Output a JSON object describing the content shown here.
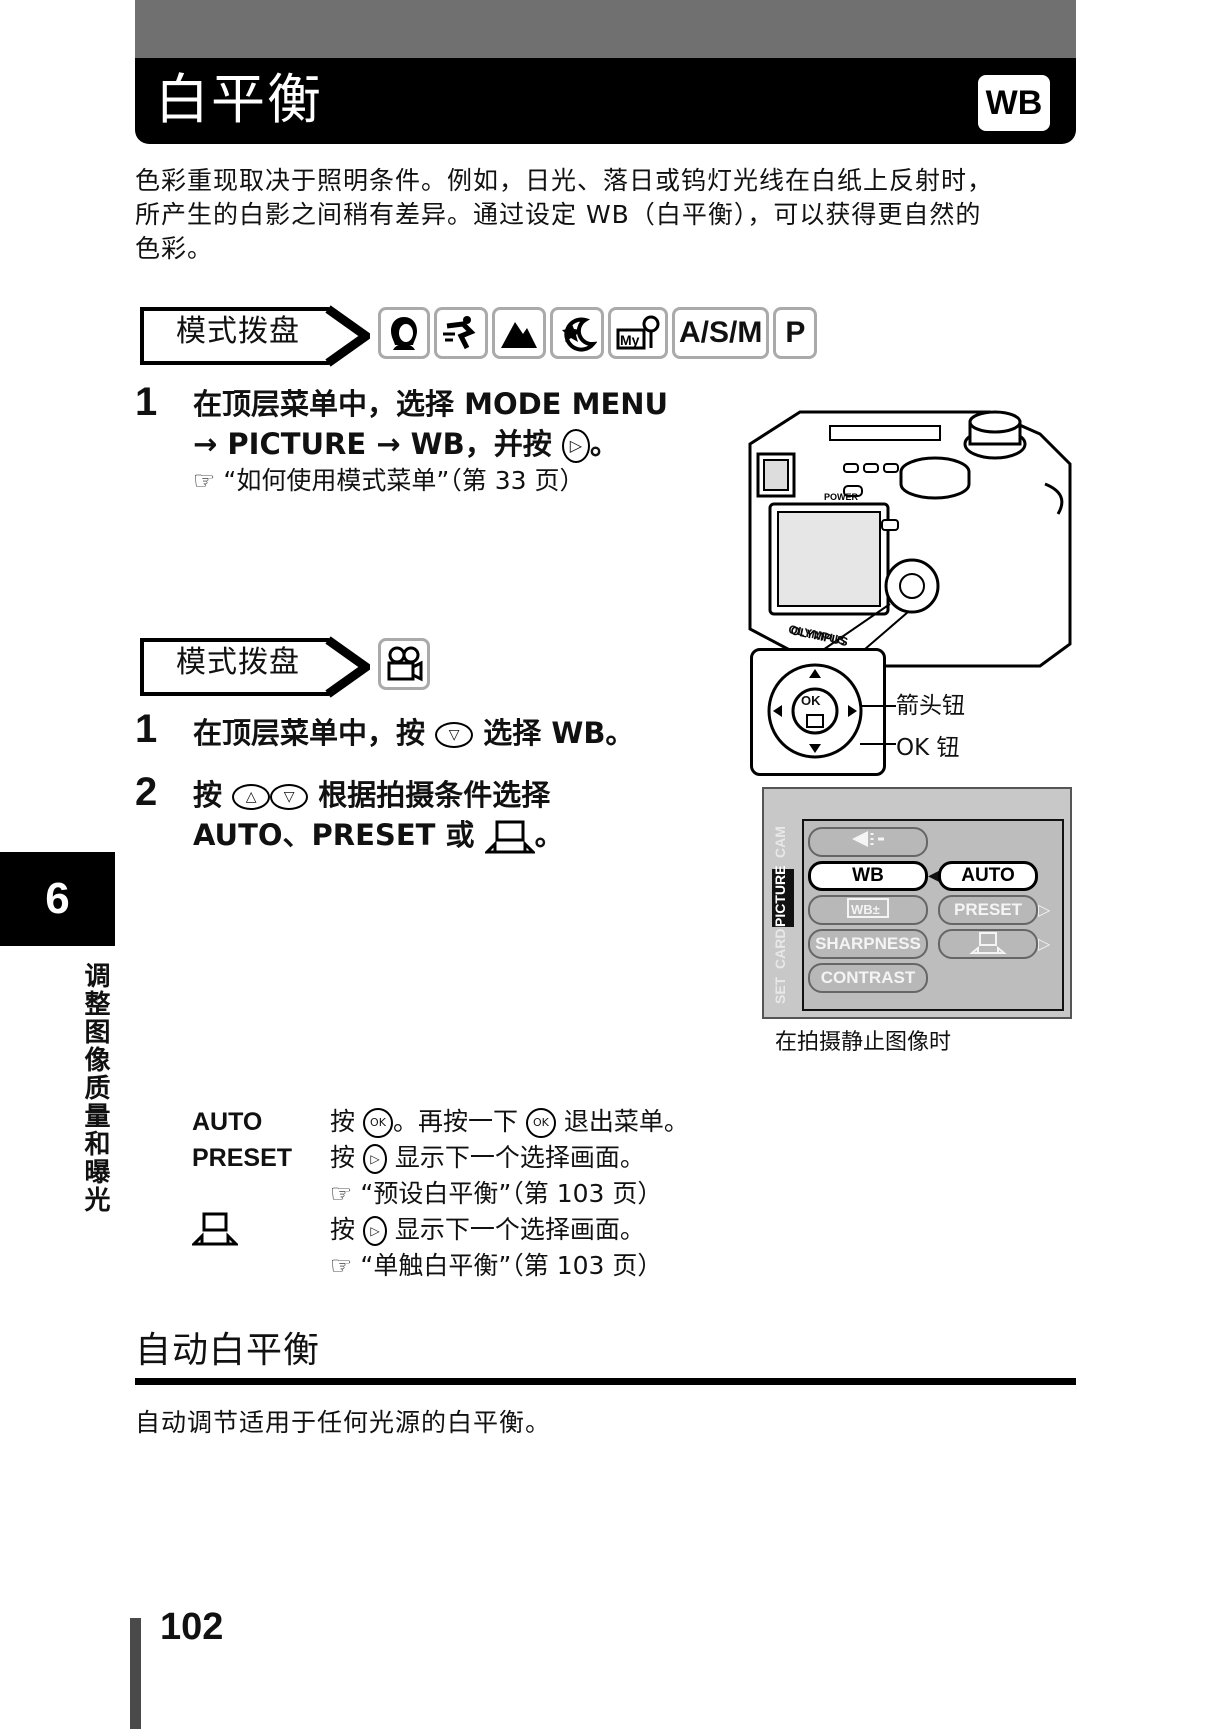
{
  "header": {
    "title": "白平衡",
    "badge": "WB"
  },
  "intro": {
    "lines": [
      "色彩重现取决于照明条件。例如，日光、落日或钨灯光线在白纸上反射时，",
      "所产生的白影之间稍有差异。通过设定 WB（白平衡），可以获得更自然的",
      "色彩。"
    ]
  },
  "section1": {
    "mode_label": "模式拨盘",
    "icons": [
      "portrait-icon",
      "sports-icon",
      "landscape-icon",
      "night-icon",
      "myset-icon"
    ],
    "icon_text": {
      "asm": "A/S/M",
      "p": "P"
    },
    "step1_num": "1",
    "step1_line1": "在顶层菜单中，选择 MODE MENU",
    "step1_line2_a": "→ PICTURE → WB，并按",
    "step1_line2_b": "。",
    "step1_ref": "“如何使用模式菜单”（第 33 页）"
  },
  "section2": {
    "mode_label": "模式拨盘",
    "icon": "movie-icon",
    "step1_num": "1",
    "step1_a": "在顶层菜单中，按",
    "step1_b": "选择 WB。",
    "step2_num": "2",
    "step2_a": "按",
    "step2_b": "根据拍摄条件选择",
    "step2_line2_a": "AUTO、PRESET 或",
    "step2_line2_b": "。"
  },
  "camera": {
    "brand": "OLYMPUS",
    "callout_arrow": "箭头钮",
    "callout_ok": "OK 钮",
    "ok_label": "OK"
  },
  "menu_screen": {
    "side_tabs": [
      "CAM",
      "PICTURE",
      "CARD",
      "SET"
    ],
    "items": [
      "WB",
      "SHARPNESS",
      "CONTRAST"
    ],
    "options": [
      "AUTO",
      "PRESET"
    ],
    "caption": "在拍摄静止图像时"
  },
  "side_tab": {
    "number": "6",
    "text": "调整图像质量和曝光"
  },
  "options": [
    {
      "key": "AUTO",
      "text_a": "按",
      "text_b": "。再按一下",
      "text_c": "退出菜单。"
    },
    {
      "key": "PRESET",
      "text_a": "按",
      "text_b": "显示下一个选择画面。",
      "ref": "“预设白平衡”（第 103 页）"
    },
    {
      "key": "",
      "text_a": "按",
      "text_b": "显示下一个选择画面。",
      "ref": "“单触白平衡”（第 103 页）"
    }
  ],
  "auto_wb": {
    "title": "自动白平衡",
    "body": "自动调节适用于任何光源的白平衡。"
  },
  "page_number": "102"
}
